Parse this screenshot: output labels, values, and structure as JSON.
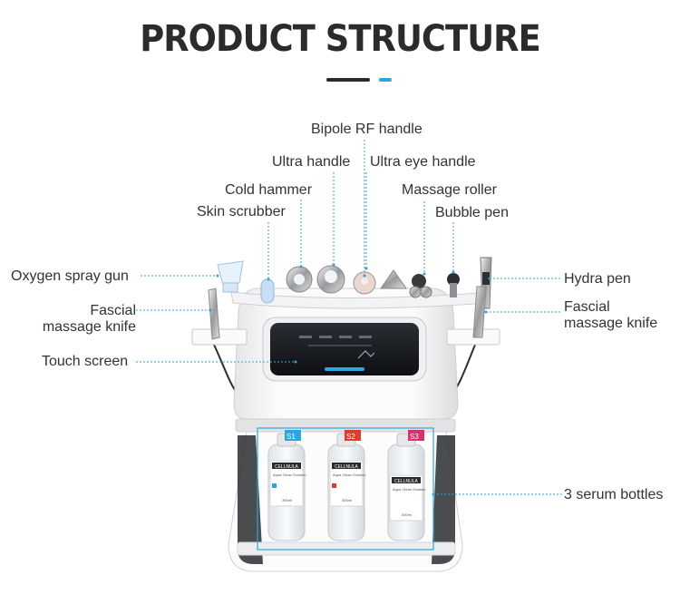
{
  "title": "PRODUCT STRUCTURE",
  "accent_color": "#2aa7e0",
  "labels": {
    "bipole_rf_handle": "Bipole RF handle",
    "ultra_handle": "Ultra handle",
    "ultra_eye_handle": "Ultra eye handle",
    "cold_hammer": "Cold hammer",
    "massage_roller": "Massage roller",
    "skin_scrubber": "Skin scrubber",
    "bubble_pen": "Bubble pen",
    "oxygen_spray_gun": "Oxygen spray gun",
    "hydra_pen": "Hydra pen",
    "fascial_massage_knife_left_1": "Fascial",
    "fascial_massage_knife_left_2": "massage knife",
    "fascial_massage_knife_right_1": "Fascial",
    "fascial_massage_knife_right_2": "massage knife",
    "touch_screen": "Touch screen",
    "serum_bottles": "3 serum bottles"
  },
  "bottles": [
    {
      "tag": "S1",
      "color": "#2aa7e0",
      "brand": "CELLNULA",
      "product": "Aqua Clean Solution",
      "volume": "300ml"
    },
    {
      "tag": "S2",
      "color": "#e03a2a",
      "brand": "CELLNULA",
      "product": "Aqua Clean Solution",
      "volume": "300ml"
    },
    {
      "tag": "S3",
      "color": "#d9306b",
      "brand": "CELLNULA",
      "product": "Aqua Clean Solution",
      "volume": "300ml"
    }
  ]
}
